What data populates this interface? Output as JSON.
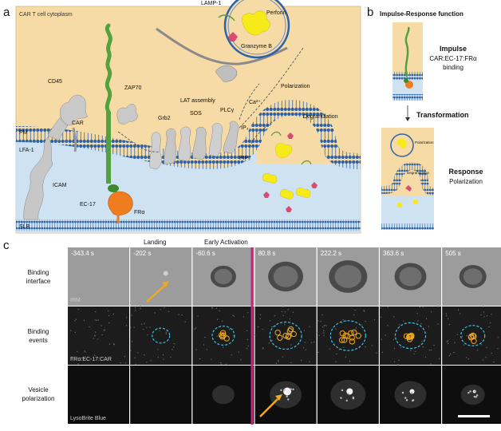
{
  "panel_a": {
    "letter": "a",
    "cytoplasm_label": "CAR T cell cytoplasm",
    "labels": {
      "lamp1": "LAMP-1",
      "perforin": "Perforin",
      "granzyme": "Granzyme B",
      "cd45": "CD45",
      "zap70": "ZAP70",
      "lat_assembly": "LAT assembly",
      "polarization": "Polarization",
      "ca": "Ca²⁺",
      "grb2": "Grb2",
      "sos": "SOS",
      "plc": "PLCγ",
      "ip3": "IP₃",
      "car": "CAR",
      "pip2": "PIP₂",
      "degranulation": "Degranulation",
      "pm": "PM",
      "lfa1": "LFA-1",
      "icam": "ICAM",
      "ec17": "EC-17",
      "fra": "FRα",
      "slb": "SLB"
    }
  },
  "panel_b": {
    "letter": "b",
    "title": "Impulse-Response function",
    "impulse_title": "Impulse",
    "impulse_sub1": "CAR:EC-17:FRα",
    "impulse_sub2": "binding",
    "transformation": "Transformation",
    "response_title": "Response",
    "response_sub": "Polarization",
    "mini_polarization": "Polarization",
    "mini_degranulation": "Degranulation"
  },
  "panel_c": {
    "letter": "c",
    "landing": "Landing",
    "early_activation": "Early Activation",
    "times": [
      "-343.4 s",
      "-202 s",
      "-60.6 s",
      "80.8 s",
      "222.2 s",
      "363.6 s",
      "505 s"
    ],
    "rows": [
      {
        "label1": "Binding",
        "label2": "interface",
        "channel": "IRM"
      },
      {
        "label1": "Binding",
        "label2": "events",
        "channel": "FRα:EC-17:CAR"
      },
      {
        "label1": "Vesicle",
        "label2": "polarization",
        "channel": "LysoBrite Blue"
      }
    ]
  },
  "colors": {
    "cytoplasm": "#f7dba6",
    "membrane_blue": "#2d62a8",
    "slb_fill": "#cfe2f1",
    "car_green": "#54a13f",
    "fra_orange": "#ef7d1f",
    "perforin_yellow": "#f7ea1b",
    "granzyme_pink": "#d84c72",
    "activation_line": "#c0287a",
    "event_orange": "#f0a81e",
    "event_cyan": "#38c3e6"
  }
}
